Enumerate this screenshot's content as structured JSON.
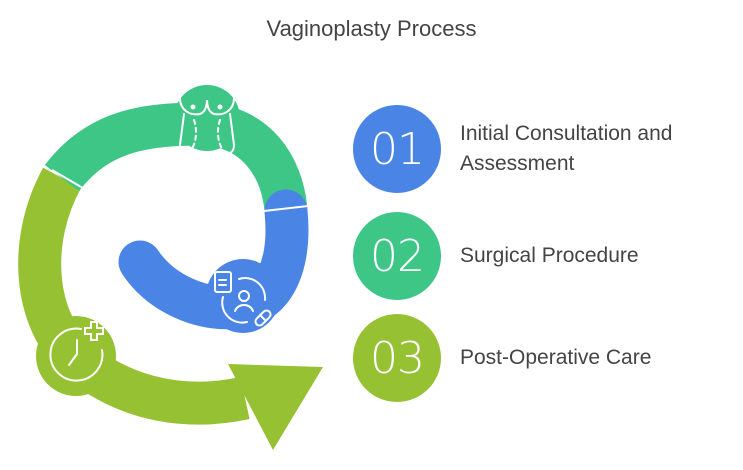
{
  "title": "Vaginoplasty Process",
  "colors": {
    "blue": "#4a84e4",
    "green": "#3ec686",
    "lime": "#96c132",
    "text": "#444444"
  },
  "steps": [
    {
      "number": "01",
      "label": "Initial Consultation and Assessment",
      "color": "#4a84e4",
      "icon": "consultation-icon"
    },
    {
      "number": "02",
      "label": "Surgical Procedure",
      "color": "#3ec686",
      "icon": "body-icon"
    },
    {
      "number": "03",
      "label": "Post-Operative Care",
      "color": "#96c132",
      "icon": "clock-plus-icon"
    }
  ]
}
